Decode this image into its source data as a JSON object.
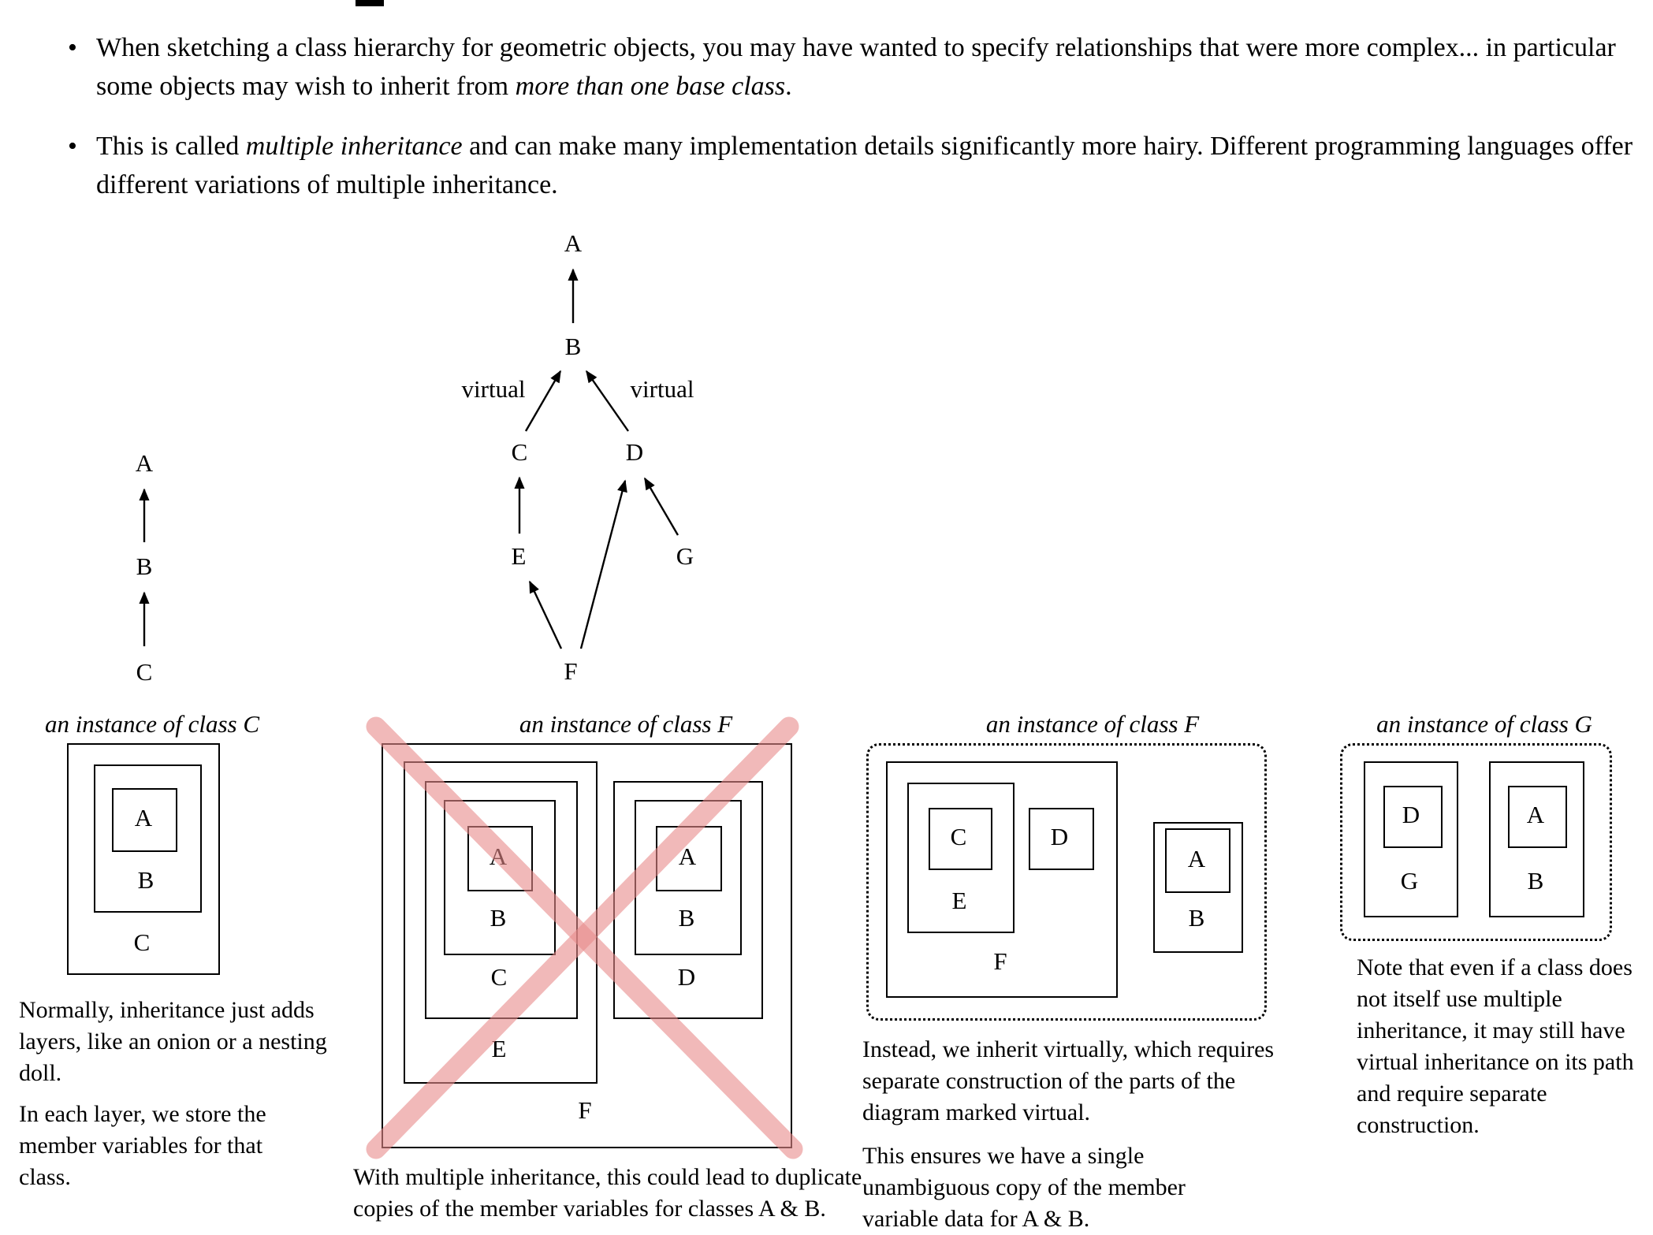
{
  "colors": {
    "background": "#ffffff",
    "text": "#000000",
    "cross_out_pink": "#e88b8b"
  },
  "bullets": [
    {
      "pre": "When sketching a class hierarchy for geometric objects, you may have wanted to specify relationships that were more complex... in particular some objects may wish to inherit from ",
      "italic": "more than one base class",
      "post": "."
    },
    {
      "pre": "This is called ",
      "italic": "multiple inheritance",
      "post": " and can make many implementation details significantly more hairy. Different programming languages offer different variations of multiple inheritance."
    }
  ],
  "left_hierarchy": {
    "a": "A",
    "b": "B",
    "c": "C"
  },
  "center_hierarchy": {
    "a": "A",
    "b": "B",
    "c": "C",
    "d": "D",
    "e": "E",
    "f": "F",
    "g": "G",
    "virtual_left": "virtual",
    "virtual_right": "virtual"
  },
  "panel_c": {
    "title": "an instance of class C",
    "outer_label": "C",
    "middle_label": "B",
    "inner_label": "A",
    "caption1": "Normally, inheritance just adds layers, like an onion or a nesting doll.",
    "caption2": "In each layer, we store the member variables for that class."
  },
  "panel_f_bad": {
    "title": "an instance of class F",
    "f": "F",
    "e": "E",
    "c": "C",
    "b_left": "B",
    "a_left": "A",
    "d": "D",
    "b_right": "B",
    "a_right": "A",
    "caption": "With multiple inheritance, this could lead to duplicate copies of the member variables for classes A & B."
  },
  "panel_f_good": {
    "title": "an instance of class F",
    "f": "F",
    "e": "E",
    "c": "C",
    "d": "D",
    "b": "B",
    "a": "A",
    "caption1": "Instead, we inherit virtually, which requires separate construction of the parts of the diagram marked virtual.",
    "caption2": "This ensures we have a single unambiguous copy of the member variable data for A & B."
  },
  "panel_g": {
    "title": "an instance of class G",
    "g": "G",
    "d": "D",
    "b": "B",
    "a": "A",
    "caption": "Note that even if a class does not itself use multiple inheritance, it may still have virtual inheritance on its path and require separate construction."
  }
}
